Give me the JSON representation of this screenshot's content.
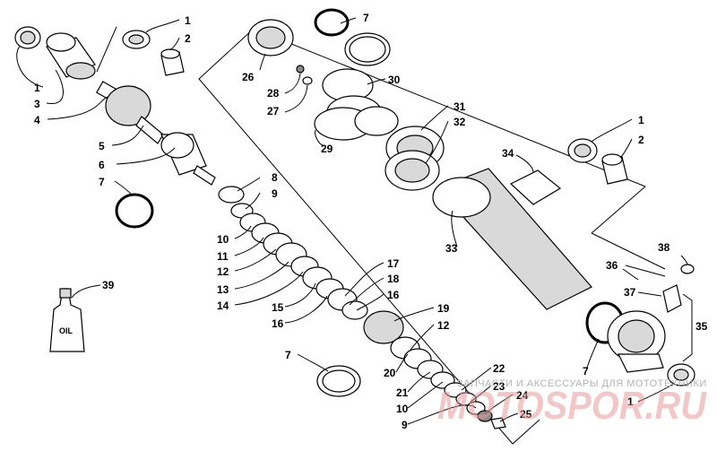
{
  "diagram": {
    "labels": [
      {
        "id": "l1a",
        "text": "1"
      },
      {
        "id": "l2a",
        "text": "2"
      },
      {
        "id": "l1b",
        "text": "1"
      },
      {
        "id": "l3",
        "text": "3"
      },
      {
        "id": "l4",
        "text": "4"
      },
      {
        "id": "l5",
        "text": "5"
      },
      {
        "id": "l6",
        "text": "6"
      },
      {
        "id": "l7a",
        "text": "7"
      },
      {
        "id": "l7b",
        "text": "7"
      },
      {
        "id": "l26",
        "text": "26"
      },
      {
        "id": "l28",
        "text": "28"
      },
      {
        "id": "l27",
        "text": "27"
      },
      {
        "id": "l30",
        "text": "30"
      },
      {
        "id": "l29",
        "text": "29"
      },
      {
        "id": "l31",
        "text": "31"
      },
      {
        "id": "l32",
        "text": "32"
      },
      {
        "id": "l34",
        "text": "34"
      },
      {
        "id": "l1c",
        "text": "1"
      },
      {
        "id": "l2c",
        "text": "2"
      },
      {
        "id": "l33",
        "text": "33"
      },
      {
        "id": "l8",
        "text": "8"
      },
      {
        "id": "l9a",
        "text": "9"
      },
      {
        "id": "l10a",
        "text": "10"
      },
      {
        "id": "l11",
        "text": "11"
      },
      {
        "id": "l12a",
        "text": "12"
      },
      {
        "id": "l13",
        "text": "13"
      },
      {
        "id": "l14",
        "text": "14"
      },
      {
        "id": "l15",
        "text": "15"
      },
      {
        "id": "l16a",
        "text": "16"
      },
      {
        "id": "l17",
        "text": "17"
      },
      {
        "id": "l18",
        "text": "18"
      },
      {
        "id": "l16b",
        "text": "16"
      },
      {
        "id": "l19",
        "text": "19"
      },
      {
        "id": "l12b",
        "text": "12"
      },
      {
        "id": "l20",
        "text": "20"
      },
      {
        "id": "l21",
        "text": "21"
      },
      {
        "id": "l10b",
        "text": "10"
      },
      {
        "id": "l9b",
        "text": "9"
      },
      {
        "id": "l22",
        "text": "22"
      },
      {
        "id": "l23",
        "text": "23"
      },
      {
        "id": "l24",
        "text": "24"
      },
      {
        "id": "l25",
        "text": "25"
      },
      {
        "id": "l7c",
        "text": "7"
      },
      {
        "id": "l39",
        "text": "39"
      },
      {
        "id": "l38",
        "text": "38"
      },
      {
        "id": "l36",
        "text": "36"
      },
      {
        "id": "l37",
        "text": "37"
      },
      {
        "id": "l35",
        "text": "35"
      },
      {
        "id": "l7d",
        "text": "7"
      },
      {
        "id": "l1d",
        "text": "1"
      }
    ],
    "oil_label": "OIL"
  },
  "watermark": {
    "tagline": "ЗАПЧАСТИ И АКСЕССУАРЫ ДЛЯ МОТОТЕХНИКИ",
    "brand": "MOTOSPOR.RU"
  }
}
